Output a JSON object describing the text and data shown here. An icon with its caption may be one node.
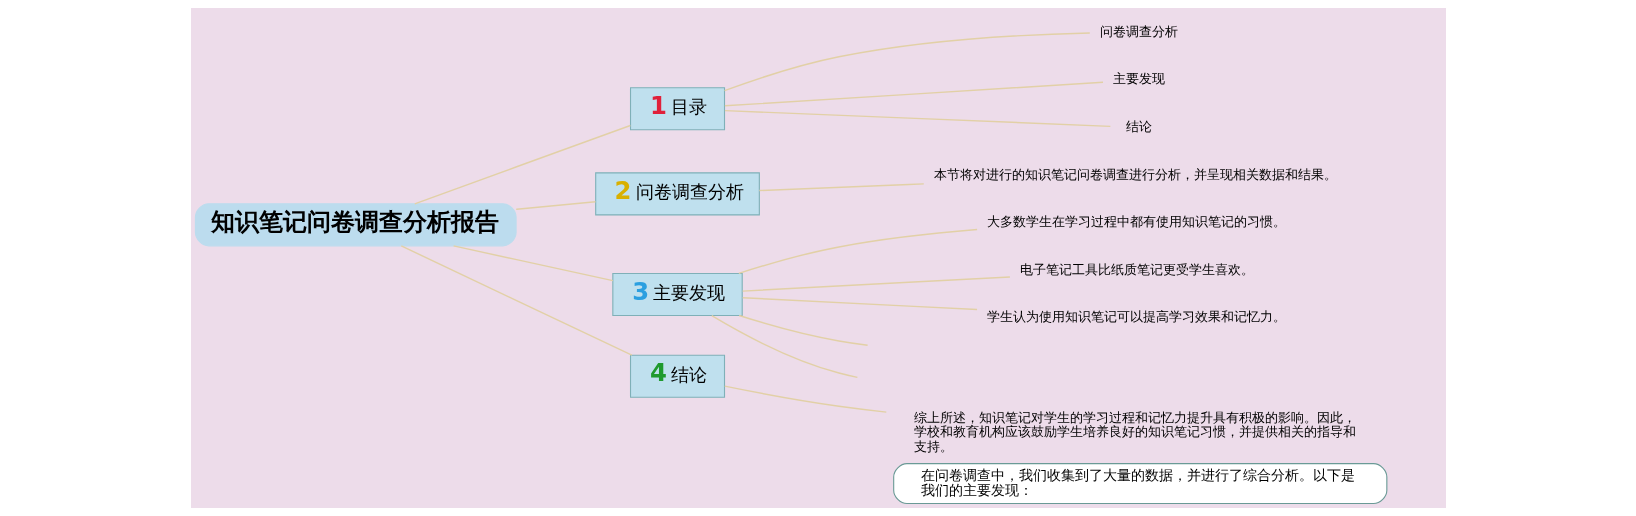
{
  "diagram": {
    "nodes": [
      {
        "text": [
          "知识笔记问卷调查分析报告"
        ]
      },
      {
        "text": [
          "1",
          "目录"
        ]
      },
      {
        "text": [
          "问卷调查分析"
        ]
      },
      {
        "text": [
          "主要发现"
        ]
      },
      {
        "text": [
          "结论"
        ]
      },
      {
        "text": [
          "2",
          "问卷调查分析"
        ]
      },
      {
        "text": [
          "本节将对进行的知识笔记问卷调查进行分析，并呈现相关数据和结果。"
        ]
      },
      {
        "text": [
          "3",
          "主要发现"
        ]
      },
      {
        "text": [
          "大多数学生在学习过程中都有使用知识笔记的习惯。"
        ]
      },
      {
        "text": [
          "电子笔记工具比纸质笔记更受学生喜欢。"
        ]
      },
      {
        "text": [
          "学生认为使用知识笔记可以提高学习效果和记忆力。"
        ]
      },
      {
        "text": [
          "在问卷调查中，我们收集到了大量的数据，并进行了综合分析。以下是我们的主要发现："
        ]
      },
      {
        "text": [
          "4",
          "结论"
        ]
      },
      {
        "text": [
          "综上所述，知识笔记对学生的学习过程和记忆力提升具有积极的影响。因此，学校和教育机构应该鼓励学生培养良好的知识笔记习惯，并提供相关的指导和支持。"
        ]
      }
    ],
    "edges": [
      {
        "from": 0,
        "to": 1,
        "arrow": "none"
      },
      {
        "from": 1,
        "to": 2,
        "arrow": "none"
      },
      {
        "from": 1,
        "to": 3,
        "arrow": "none"
      },
      {
        "from": 1,
        "to": 4,
        "arrow": "none"
      },
      {
        "from": 0,
        "to": 5,
        "arrow": "none"
      },
      {
        "from": 5,
        "to": 6,
        "arrow": "none"
      },
      {
        "from": 0,
        "to": 7,
        "arrow": "none"
      },
      {
        "from": 7,
        "to": 8,
        "arrow": "none"
      },
      {
        "from": 7,
        "to": 9,
        "arrow": "none"
      },
      {
        "from": 7,
        "to": 10,
        "arrow": "none"
      },
      {
        "from": 7,
        "to": null,
        "arrow": "none"
      },
      {
        "from": 7,
        "to": null,
        "arrow": "none"
      },
      {
        "from": 0,
        "to": 12,
        "arrow": "none"
      },
      {
        "from": 12,
        "to": 13,
        "arrow": "none"
      }
    ]
  }
}
